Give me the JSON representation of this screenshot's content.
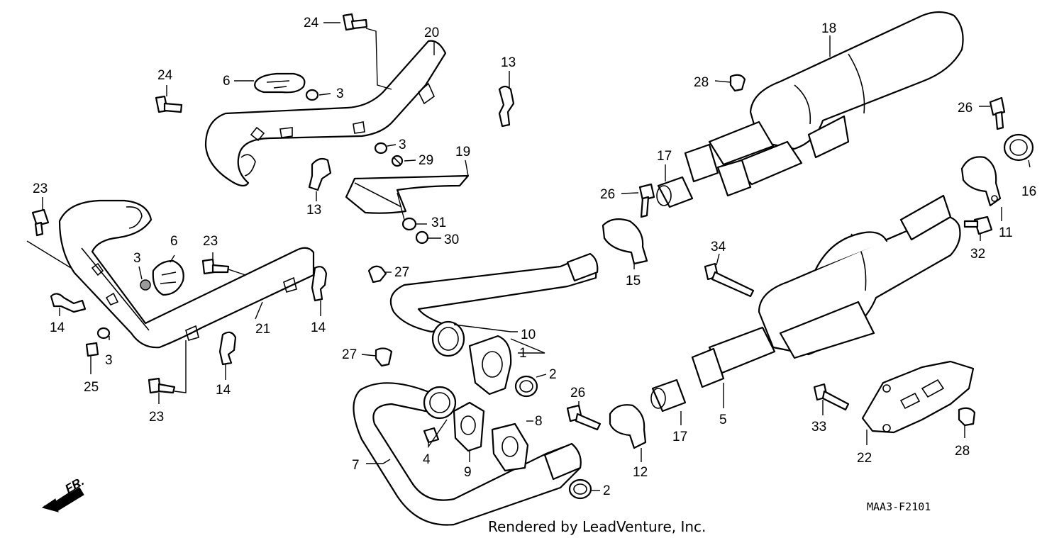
{
  "diagram": {
    "callouts": [
      {
        "id": "c24a",
        "text": "24"
      },
      {
        "id": "c20",
        "text": "20"
      },
      {
        "id": "c24b",
        "text": "24"
      },
      {
        "id": "c6a",
        "text": "6"
      },
      {
        "id": "c3a",
        "text": "3"
      },
      {
        "id": "c3b",
        "text": "3"
      },
      {
        "id": "c29",
        "text": "29"
      },
      {
        "id": "c19",
        "text": "19"
      },
      {
        "id": "c13a",
        "text": "13"
      },
      {
        "id": "c13b",
        "text": "13"
      },
      {
        "id": "c31",
        "text": "31"
      },
      {
        "id": "c30",
        "text": "30"
      },
      {
        "id": "c23a",
        "text": "23"
      },
      {
        "id": "c6b",
        "text": "6"
      },
      {
        "id": "c23b",
        "text": "23"
      },
      {
        "id": "c3c",
        "text": "3"
      },
      {
        "id": "c21",
        "text": "21"
      },
      {
        "id": "c14a",
        "text": "14"
      },
      {
        "id": "c14b",
        "text": "14"
      },
      {
        "id": "c3d",
        "text": "3"
      },
      {
        "id": "c25",
        "text": "25"
      },
      {
        "id": "c14c",
        "text": "14"
      },
      {
        "id": "c23c",
        "text": "23"
      },
      {
        "id": "c27a",
        "text": "27"
      },
      {
        "id": "c27b",
        "text": "27"
      },
      {
        "id": "c10",
        "text": "10"
      },
      {
        "id": "c1",
        "text": "1"
      },
      {
        "id": "c2a",
        "text": "2"
      },
      {
        "id": "c8",
        "text": "8"
      },
      {
        "id": "c4",
        "text": "4"
      },
      {
        "id": "c9",
        "text": "9"
      },
      {
        "id": "c7",
        "text": "7"
      },
      {
        "id": "c2b",
        "text": "2"
      },
      {
        "id": "c18",
        "text": "18"
      },
      {
        "id": "c28a",
        "text": "28"
      },
      {
        "id": "c26a",
        "text": "26"
      },
      {
        "id": "c16",
        "text": "16"
      },
      {
        "id": "c17a",
        "text": "17"
      },
      {
        "id": "c26b",
        "text": "26"
      },
      {
        "id": "c15",
        "text": "15"
      },
      {
        "id": "c11",
        "text": "11"
      },
      {
        "id": "c32",
        "text": "32"
      },
      {
        "id": "c34",
        "text": "34"
      },
      {
        "id": "c26c",
        "text": "26"
      },
      {
        "id": "c12",
        "text": "12"
      },
      {
        "id": "c17b",
        "text": "17"
      },
      {
        "id": "c5",
        "text": "5"
      },
      {
        "id": "c33",
        "text": "33"
      },
      {
        "id": "c22",
        "text": "22"
      },
      {
        "id": "c28b",
        "text": "28"
      }
    ],
    "direction_label": "FR.",
    "diagram_code": "MAA3-F2101",
    "credit": "Rendered by LeadVenture, Inc."
  }
}
